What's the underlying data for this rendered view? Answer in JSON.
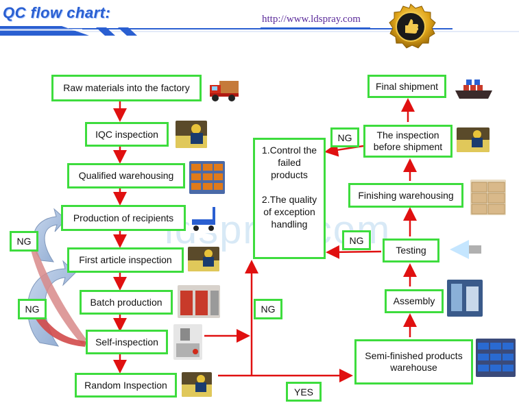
{
  "header": {
    "title": "QC flow chart:",
    "url": "http://www.ldspray.com"
  },
  "watermark": "ldspray.com",
  "left_column": [
    "Raw materials into the factory",
    "IQC inspection",
    "Qualified warehousing",
    "Production of recipients",
    "First article inspection",
    "Batch production",
    "Self-inspection",
    "Random Inspection"
  ],
  "center_box": {
    "line1": "1.Control the",
    "line2": "failed",
    "line3": "products",
    "line4": "2.The quality",
    "line5": "of exception",
    "line6": "handling"
  },
  "right_column": {
    "final_shipment": "Final shipment",
    "inspection_before_1": "The inspection",
    "inspection_before_2": "before shipment",
    "finishing_warehousing": "Finishing warehousing",
    "testing": "Testing",
    "assembly": "Assembly",
    "semi_finished_1": "Semi-finished products",
    "semi_finished_2": "warehouse"
  },
  "labels": {
    "ng": "NG",
    "yes": "YES"
  },
  "colors": {
    "box_border": "#3ddc3d",
    "arrow": "#e01010",
    "curve_arrow": "#9fb8d8"
  }
}
